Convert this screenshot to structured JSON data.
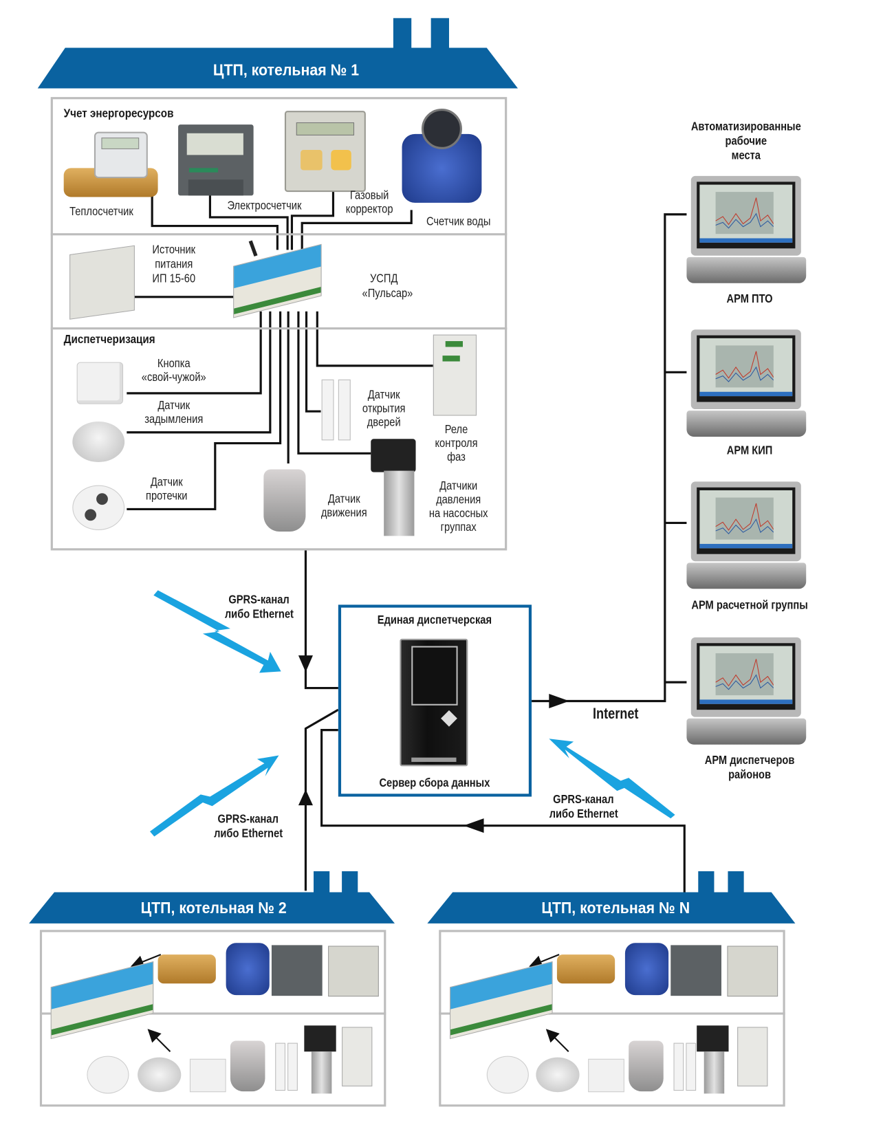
{
  "colors": {
    "roof_blue": "#0a62a0",
    "signal_blue": "#1aa3e0",
    "panel_border": "#bdbdbd",
    "line": "#111111"
  },
  "site_main": {
    "title": "ЦТП, котельная № 1",
    "sections": {
      "metering": {
        "title": "Учет энергоресурсов",
        "devices": [
          {
            "id": "heat-meter",
            "label": "Теплосчетчик"
          },
          {
            "id": "electricity-meter",
            "label": "Электросчетчик"
          },
          {
            "id": "gas-corrector",
            "label_lines": [
              "Газовый",
              "корректор"
            ]
          },
          {
            "id": "water-meter",
            "label": "Счетчик воды"
          }
        ]
      },
      "controller": {
        "power_supply": {
          "label_lines": [
            "Источник",
            "питания",
            "ИП 15-60"
          ]
        },
        "uspd": {
          "label_lines": [
            "УСПД",
            "«Пульсар»"
          ]
        }
      },
      "dispatching": {
        "title": "Диспетчеризация",
        "devices": [
          {
            "id": "friend-foe-button",
            "label_lines": [
              "Кнопка",
              "«свой-чужой»"
            ]
          },
          {
            "id": "smoke-sensor",
            "label_lines": [
              "Датчик",
              "задымления"
            ]
          },
          {
            "id": "leak-sensor",
            "label_lines": [
              "Датчик",
              "протечки"
            ]
          },
          {
            "id": "motion-sensor",
            "label_lines": [
              "Датчик",
              "движения"
            ]
          },
          {
            "id": "door-sensor",
            "label_lines": [
              "Датчик",
              "открытия",
              "дверей"
            ]
          },
          {
            "id": "phase-relay",
            "label_lines": [
              "Реле",
              "контроля",
              "фаз"
            ]
          },
          {
            "id": "pressure-sensors",
            "label_lines": [
              "Датчики",
              "давления",
              "на насосных",
              "группах"
            ]
          }
        ]
      }
    }
  },
  "channels": {
    "top_left": [
      "GPRS-канал",
      "либо Ethernet"
    ],
    "bottom_left": [
      "GPRS-канал",
      "либо Ethernet"
    ],
    "bottom_right": [
      "GPRS-канал",
      "либо Ethernet"
    ],
    "internet": "Internet"
  },
  "control_room": {
    "title": "Единая диспетчерская",
    "server_label": "Сервер сбора данных"
  },
  "workstations": {
    "title_lines": [
      "Автоматизированные",
      "рабочие",
      "места"
    ],
    "items": [
      {
        "label_lines": [
          "АРМ ПТО"
        ]
      },
      {
        "label_lines": [
          "АРМ КИП"
        ]
      },
      {
        "label_lines": [
          "АРМ расчетной группы"
        ]
      },
      {
        "label_lines": [
          "АРМ диспетчеров",
          "районов"
        ]
      }
    ]
  },
  "site_2": {
    "title": "ЦТП, котельная № 2"
  },
  "site_n": {
    "title": "ЦТП, котельная № N"
  }
}
